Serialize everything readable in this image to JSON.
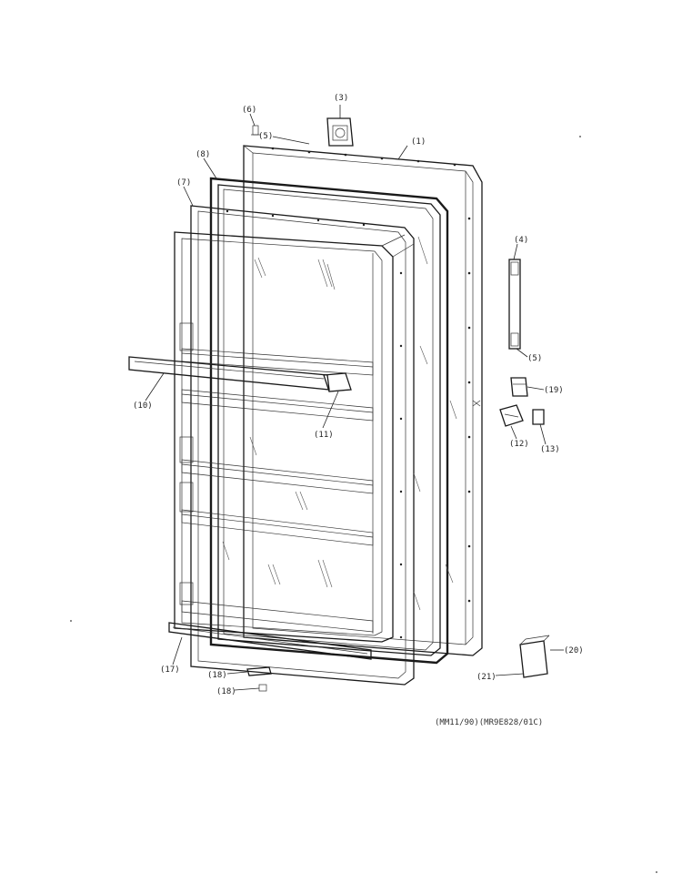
{
  "diagram": {
    "drawing_code": "(MM11/90)(MR9E828/01C)",
    "callouts": [
      {
        "id": "c-top-handle",
        "label": "(3)"
      },
      {
        "id": "c-screw-top",
        "label": "(6)"
      },
      {
        "id": "c-screw-lead",
        "label": "(5)"
      },
      {
        "id": "c-outer-door",
        "label": "(1)"
      },
      {
        "id": "c-gasket",
        "label": "(8)"
      },
      {
        "id": "c-liner",
        "label": "(7)"
      },
      {
        "id": "c-side-handle",
        "label": "(4)"
      },
      {
        "id": "c-side-screw",
        "label": "(5)"
      },
      {
        "id": "c-hinge-top",
        "label": "(19)"
      },
      {
        "id": "c-hinge-mid",
        "label": "(12)"
      },
      {
        "id": "c-hinge-pin",
        "label": "(13)"
      },
      {
        "id": "c-shelf-bar",
        "label": "(10)"
      },
      {
        "id": "c-shelf-end",
        "label": "(11)"
      },
      {
        "id": "c-bottom-bar",
        "label": "(17)"
      },
      {
        "id": "c-clip-a",
        "label": "(18)"
      },
      {
        "id": "c-clip-b",
        "label": "(18)"
      },
      {
        "id": "c-cap",
        "label": "(20)"
      },
      {
        "id": "c-cap-lead",
        "label": "(21)"
      }
    ]
  }
}
